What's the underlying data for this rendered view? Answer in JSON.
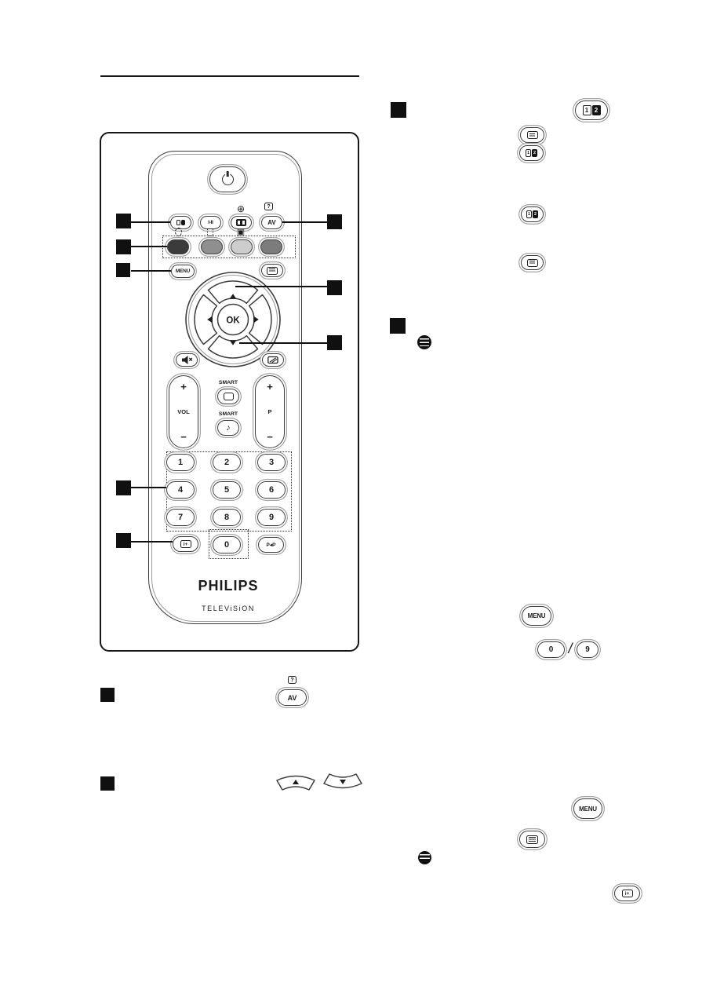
{
  "document": {
    "type": "tv-manual-page"
  },
  "remote": {
    "brand": "PHILIPS",
    "brand_sub": "TELEViSiON",
    "keys": {
      "menu": "MENU",
      "ok": "OK",
      "vol": "VOL",
      "prog": "P",
      "plus": "+",
      "minus": "−",
      "smart_picture": "SMART",
      "smart_sound": "SMART",
      "av": "AV",
      "sound_mode": "I-II",
      "alt_prog": "P◂P",
      "info": "i+",
      "digits": [
        "1",
        "2",
        "3",
        "4",
        "5",
        "6",
        "7",
        "8",
        "9",
        "0"
      ]
    }
  },
  "icons": {
    "music_note": "♪",
    "active_control": "⊕",
    "osd": "▣",
    "question": "?"
  },
  "callouts": {
    "av": "AV",
    "question": "?",
    "menu": "MENU",
    "zero": "0",
    "nine": "9",
    "slash": "/",
    "info": "i+",
    "dual_1": "1",
    "dual_2": "2"
  },
  "colors": {
    "ink": "#1a1a1a",
    "key_red": "#3b3b3b",
    "key_green": "#8f8f8f",
    "key_yellow": "#cdcdcd",
    "key_blue": "#7c7c7c"
  }
}
